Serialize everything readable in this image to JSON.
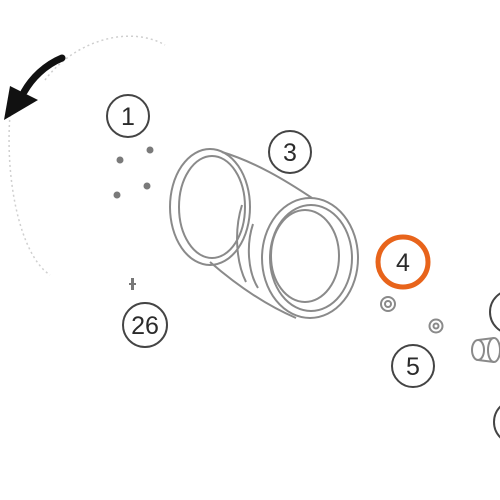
{
  "diagram": {
    "callouts": [
      {
        "id": "c1",
        "label": "1",
        "highlighted": false
      },
      {
        "id": "c3",
        "label": "3",
        "highlighted": false
      },
      {
        "id": "c4",
        "label": "4",
        "highlighted": true
      },
      {
        "id": "c5",
        "label": "5",
        "highlighted": false
      },
      {
        "id": "c26",
        "label": "26",
        "highlighted": false
      }
    ],
    "colors": {
      "line": "#8a8a8a",
      "text": "#2b2b2b",
      "highlight": "#e8641b",
      "arrow": "#111111",
      "dashed": "#cfcfcf"
    }
  }
}
